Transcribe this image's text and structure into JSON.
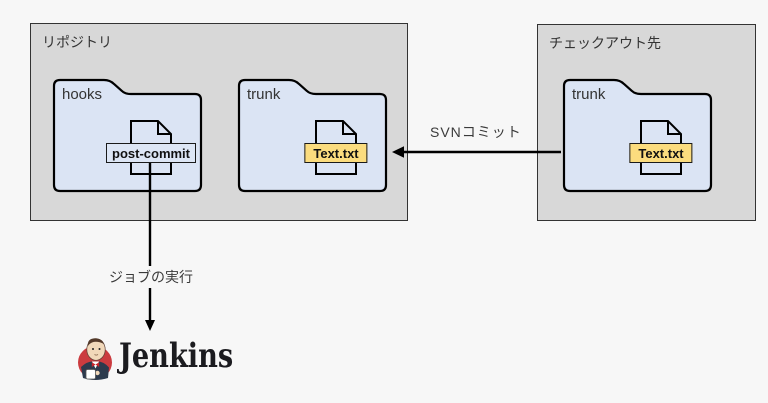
{
  "diagram": {
    "repository_box": {
      "label": "リポジトリ"
    },
    "checkout_box": {
      "label": "チェックアウト先"
    },
    "hooks_folder": {
      "label": "hooks",
      "file": "post-commit"
    },
    "repo_trunk_folder": {
      "label": "trunk",
      "file": "Text.txt"
    },
    "checkout_trunk_folder": {
      "label": "trunk",
      "file": "Text.txt"
    },
    "commit_arrow": {
      "label": "SVNコミット"
    },
    "job_arrow": {
      "label": "ジョブの実行"
    },
    "jenkins": {
      "label": "Jenkins"
    },
    "colors": {
      "background": "#f7f7f7",
      "box_fill": "#d8d8d8",
      "folder_fill": "#dbe4f4",
      "file_label_blue": "#dde6f5",
      "file_label_yellow": "#fbdc7e",
      "jenkins_red": "#cb3b3f"
    }
  }
}
